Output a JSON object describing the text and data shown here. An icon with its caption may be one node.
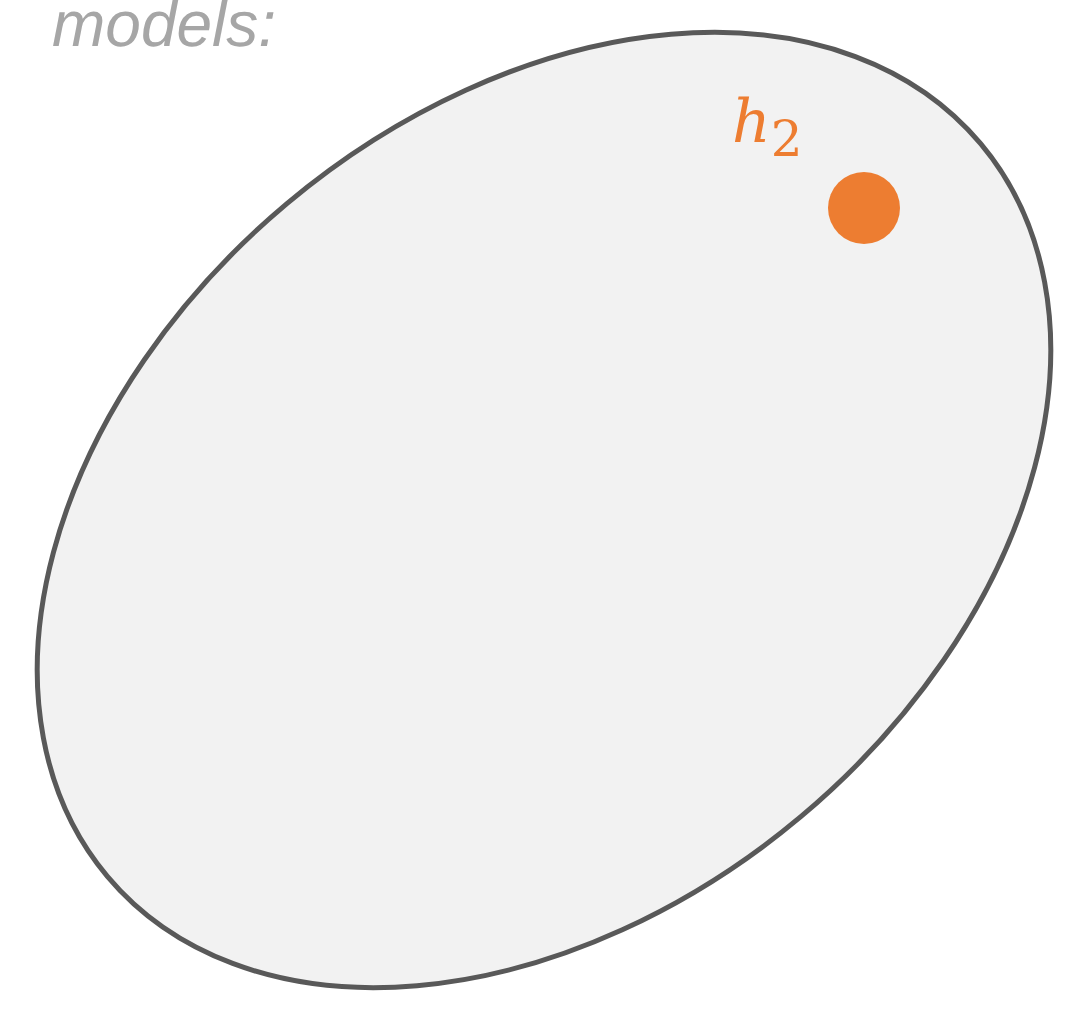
{
  "diagram": {
    "nodes": [
      {
        "text": [],
        "shape": "ellipse"
      },
      {
        "text": [],
        "shape": "circle",
        "beside": [
          "*h*$_{2}$"
        ],
        "in": 0
      }
    ],
    "labels": [
      "models:"
    ]
  }
}
